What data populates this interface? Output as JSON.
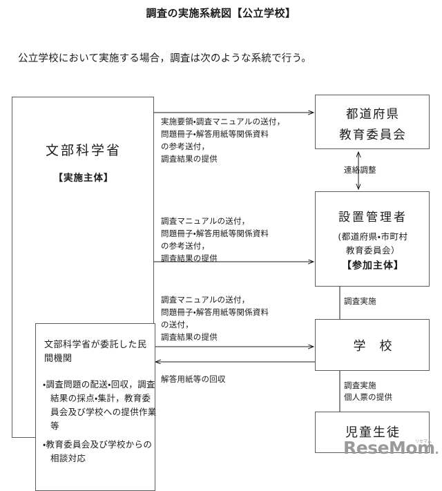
{
  "title": "調査の実施系統図【公立学校】",
  "subtitle": "公立学校において実施する場合，調査は次のような系統で行う。",
  "boxes": {
    "mext": {
      "name": "文部科学省",
      "role": "【実施主体】"
    },
    "agency": {
      "name": "文部科学省が委託した民間機関",
      "bullets": [
        "・調査問題の配送・回収，調査結果の採点・集計，教育委員会及び学校への提供作業等",
        "・教育委員会及び学校からの相談対応"
      ]
    },
    "prefecture_board": {
      "line1": "都道府県",
      "line2": "教育委員会"
    },
    "administrator": {
      "name": "設置管理者",
      "sub_line1": "(都道府県・市町村",
      "sub_line2": "教育委員会）",
      "role": "【参加主体】"
    },
    "school": {
      "name": "学　校"
    },
    "students": {
      "name": "児童生徒"
    }
  },
  "flows": [
    {
      "id": "mext-to-prefecture",
      "text": "実施要領・調査マニュアルの送付，\n問題冊子・解答用紙等関係資料\nの参考送付，\n調査結果の提供",
      "direction": "right"
    },
    {
      "id": "mext-to-administrator",
      "text": "調査マニュアルの送付，\n問題冊子・解答用紙等関係資料\nの参考送付，\n調査結果の提供",
      "direction": "right"
    },
    {
      "id": "mext-to-school",
      "text": "調査マニュアルの送付，\n問題冊子・解答用紙等関係資料\nの送付，\n調査結果の提供",
      "direction": "right"
    },
    {
      "id": "school-to-mext",
      "text": "解答用紙等の回収",
      "direction": "left"
    }
  ],
  "vertical_flows": [
    {
      "id": "prefecture-administrator",
      "text": "連絡調整",
      "direction": "both"
    },
    {
      "id": "administrator-school",
      "text": "調査実施",
      "direction": "down"
    },
    {
      "id": "school-students",
      "text": "調査実施\n個人票の提供",
      "direction": "down"
    }
  ],
  "watermark": {
    "text": "ReseMom",
    "dot": ".",
    "ruby": "リセマム"
  },
  "colors": {
    "border": "#5a5a5a",
    "text": "#1a1a1a",
    "watermark": "#9a9a9a",
    "background": "#ffffff"
  }
}
